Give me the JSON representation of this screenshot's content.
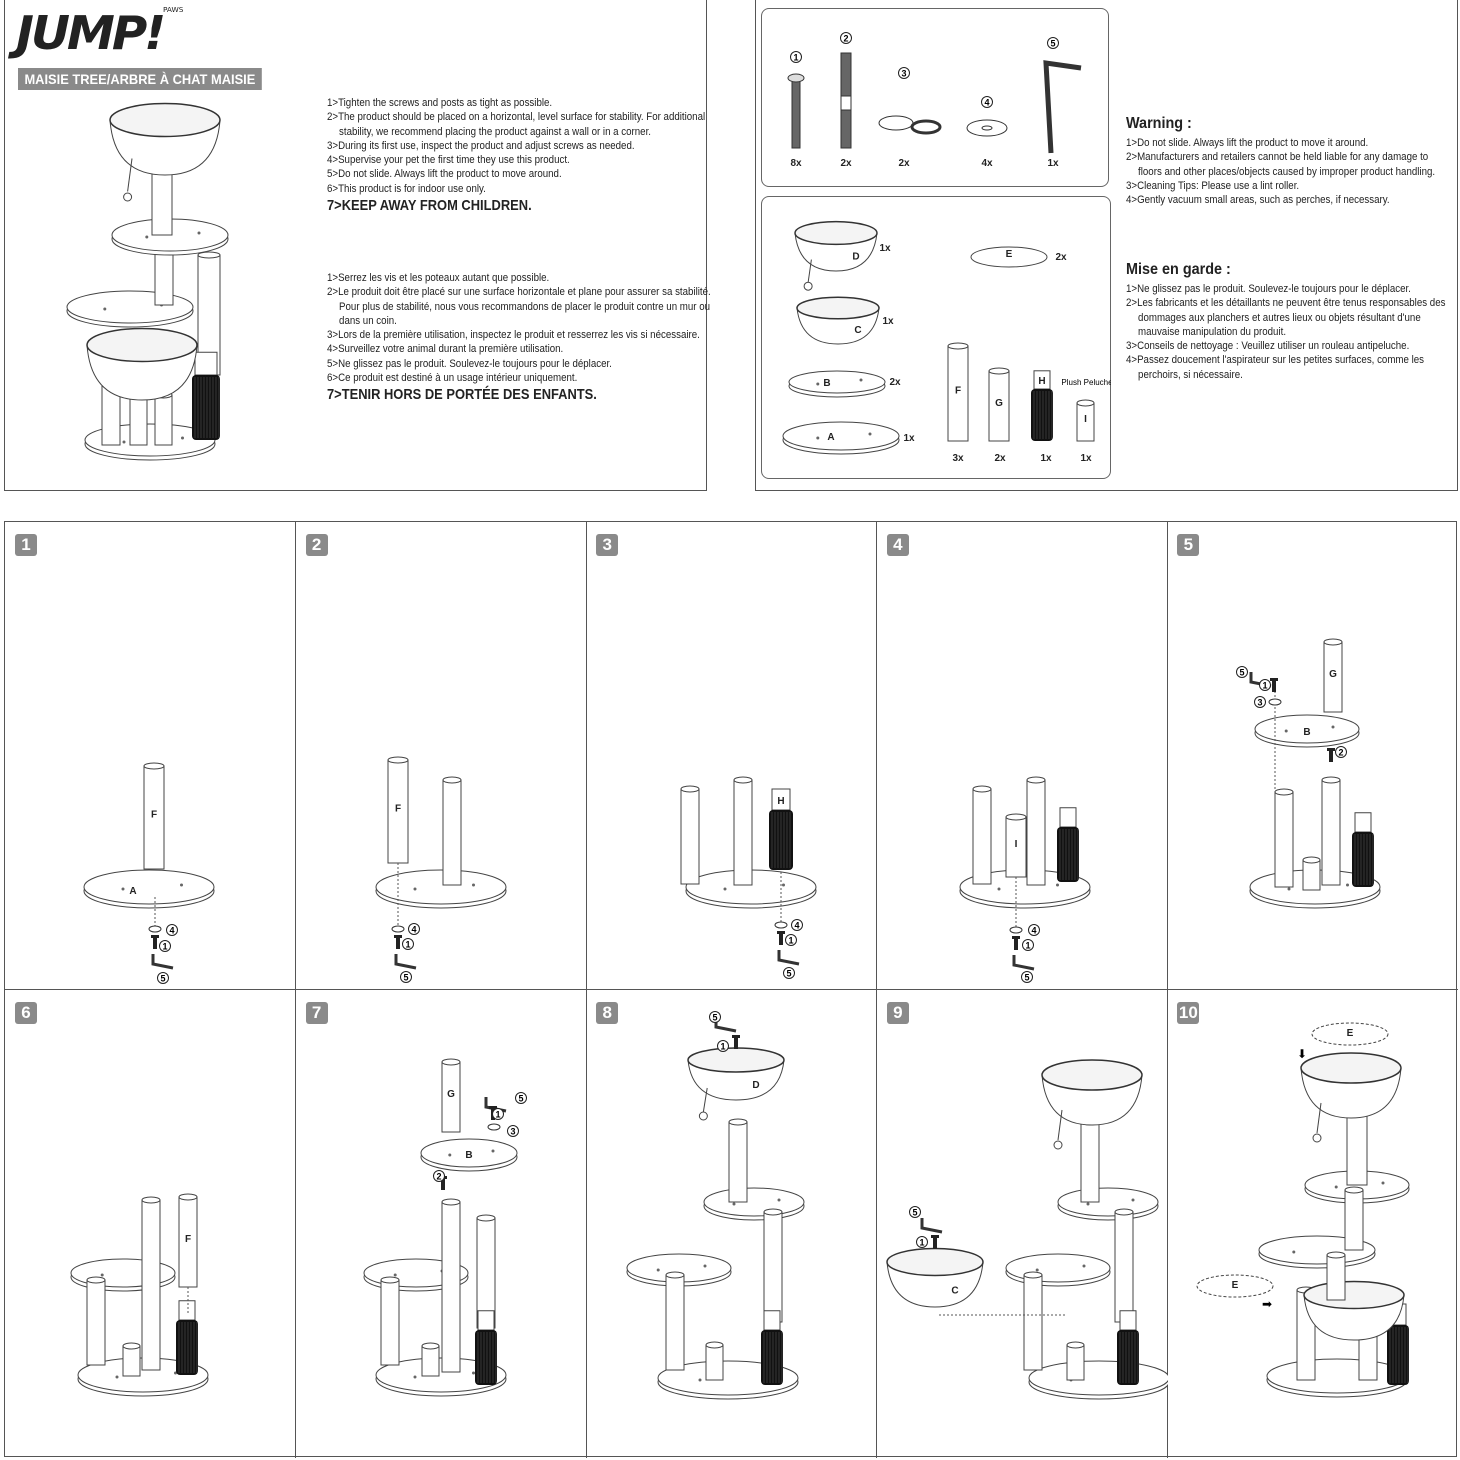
{
  "brand": {
    "logo": "JUMP!",
    "logo_mark": "PAWS",
    "product_title": "MAISIE TREE/ARBRE À CHAT MAISIE"
  },
  "instructions_en": [
    "1>Tighten the screws and posts as tight as possible.",
    "2>The product should be placed on a horizontal, level surface for stability.  For additional stability, we recommend placing the product against a wall or in a corner.",
    "3>During its first use, inspect the product and adjust screws as needed.",
    "4>Supervise your pet the first time they use this product.",
    "5>Do not slide. Always lift the product to move around.",
    "6>This product is for indoor use only.",
    "7>KEEP AWAY FROM CHILDREN."
  ],
  "instructions_fr": [
    "1>Serrez les vis et les poteaux autant que possible.",
    "2>Le produit doit être placé sur une surface horizontale et plane pour assurer sa stabilité. Pour plus de stabilité, nous vous recommandons de placer le produit contre un mur ou dans un coin.",
    "3>Lors de la première utilisation, inspectez le produit et resserrez les vis si nécessaire.",
    "4>Surveillez votre animal durant la première utilisation.",
    "5>Ne glissez pas le produit. Soulevez-le toujours pour le déplacer.",
    "6>Ce produit est destiné à un usage intérieur uniquement.",
    "7>TENIR HORS DE PORTÉE DES ENFANTS."
  ],
  "warning": {
    "title": "Warning :",
    "items": [
      "1>Do not slide. Always lift the product to move it around.",
      "2>Manufacturers and retailers cannot be held liable for any damage to floors and other places/objects caused by improper product handling.",
      "3>Cleaning Tips: Please use a lint roller.",
      "4>Gently vacuum small areas, such as perches, if necessary."
    ]
  },
  "mise_en_garde": {
    "title": "Mise en garde :",
    "items": [
      "1>Ne glissez pas le produit. Soulevez-le toujours pour le déplacer.",
      "2>Les fabricants et les détaillants ne peuvent être tenus responsables des dommages aux planchers et autres lieux ou objets résultant d'une mauvaise manipulation du produit.",
      "3>Conseils de nettoyage : Veuillez utiliser un rouleau antipeluche.",
      "4>Passez doucement l'aspirateur sur les petites surfaces, comme les perchoirs, si nécessaire."
    ]
  },
  "hardware": [
    {
      "id": "1",
      "qty": "8x"
    },
    {
      "id": "2",
      "qty": "2x"
    },
    {
      "id": "3",
      "qty": "2x"
    },
    {
      "id": "4",
      "qty": "4x"
    },
    {
      "id": "5",
      "qty": "1x"
    }
  ],
  "parts": {
    "D": {
      "label": "D",
      "qty": "1x"
    },
    "C": {
      "label": "C",
      "qty": "1x"
    },
    "B": {
      "label": "B",
      "qty": "2x"
    },
    "A": {
      "label": "A",
      "qty": "1x"
    },
    "E": {
      "label": "E",
      "qty": "2x"
    },
    "F": {
      "label": "F",
      "qty": "3x"
    },
    "G": {
      "label": "G",
      "qty": "2x"
    },
    "H": {
      "label": "H",
      "qty": "1x"
    },
    "I": {
      "label": "I",
      "qty": "1x",
      "note": "Plush Peluche"
    }
  },
  "steps": [
    {
      "number": "1",
      "labels": [
        "A",
        "F"
      ],
      "callouts": [
        "4",
        "1",
        "5"
      ]
    },
    {
      "number": "2",
      "labels": [
        "F"
      ],
      "callouts": [
        "4",
        "1",
        "5"
      ]
    },
    {
      "number": "3",
      "labels": [
        "H"
      ],
      "callouts": [
        "4",
        "1",
        "5"
      ]
    },
    {
      "number": "4",
      "labels": [
        "I"
      ],
      "callouts": [
        "4",
        "1",
        "5"
      ]
    },
    {
      "number": "5",
      "labels": [
        "G",
        "B"
      ],
      "callouts": [
        "5",
        "1",
        "3",
        "2"
      ]
    },
    {
      "number": "6",
      "labels": [
        "F"
      ],
      "callouts": []
    },
    {
      "number": "7",
      "labels": [
        "G",
        "B"
      ],
      "callouts": [
        "5",
        "1",
        "3",
        "2"
      ]
    },
    {
      "number": "8",
      "labels": [
        "D"
      ],
      "callouts": [
        "5",
        "1"
      ]
    },
    {
      "number": "9",
      "labels": [
        "C"
      ],
      "callouts": [
        "5",
        "1"
      ]
    },
    {
      "number": "10",
      "labels": [
        "E",
        "E"
      ],
      "callouts": []
    }
  ]
}
